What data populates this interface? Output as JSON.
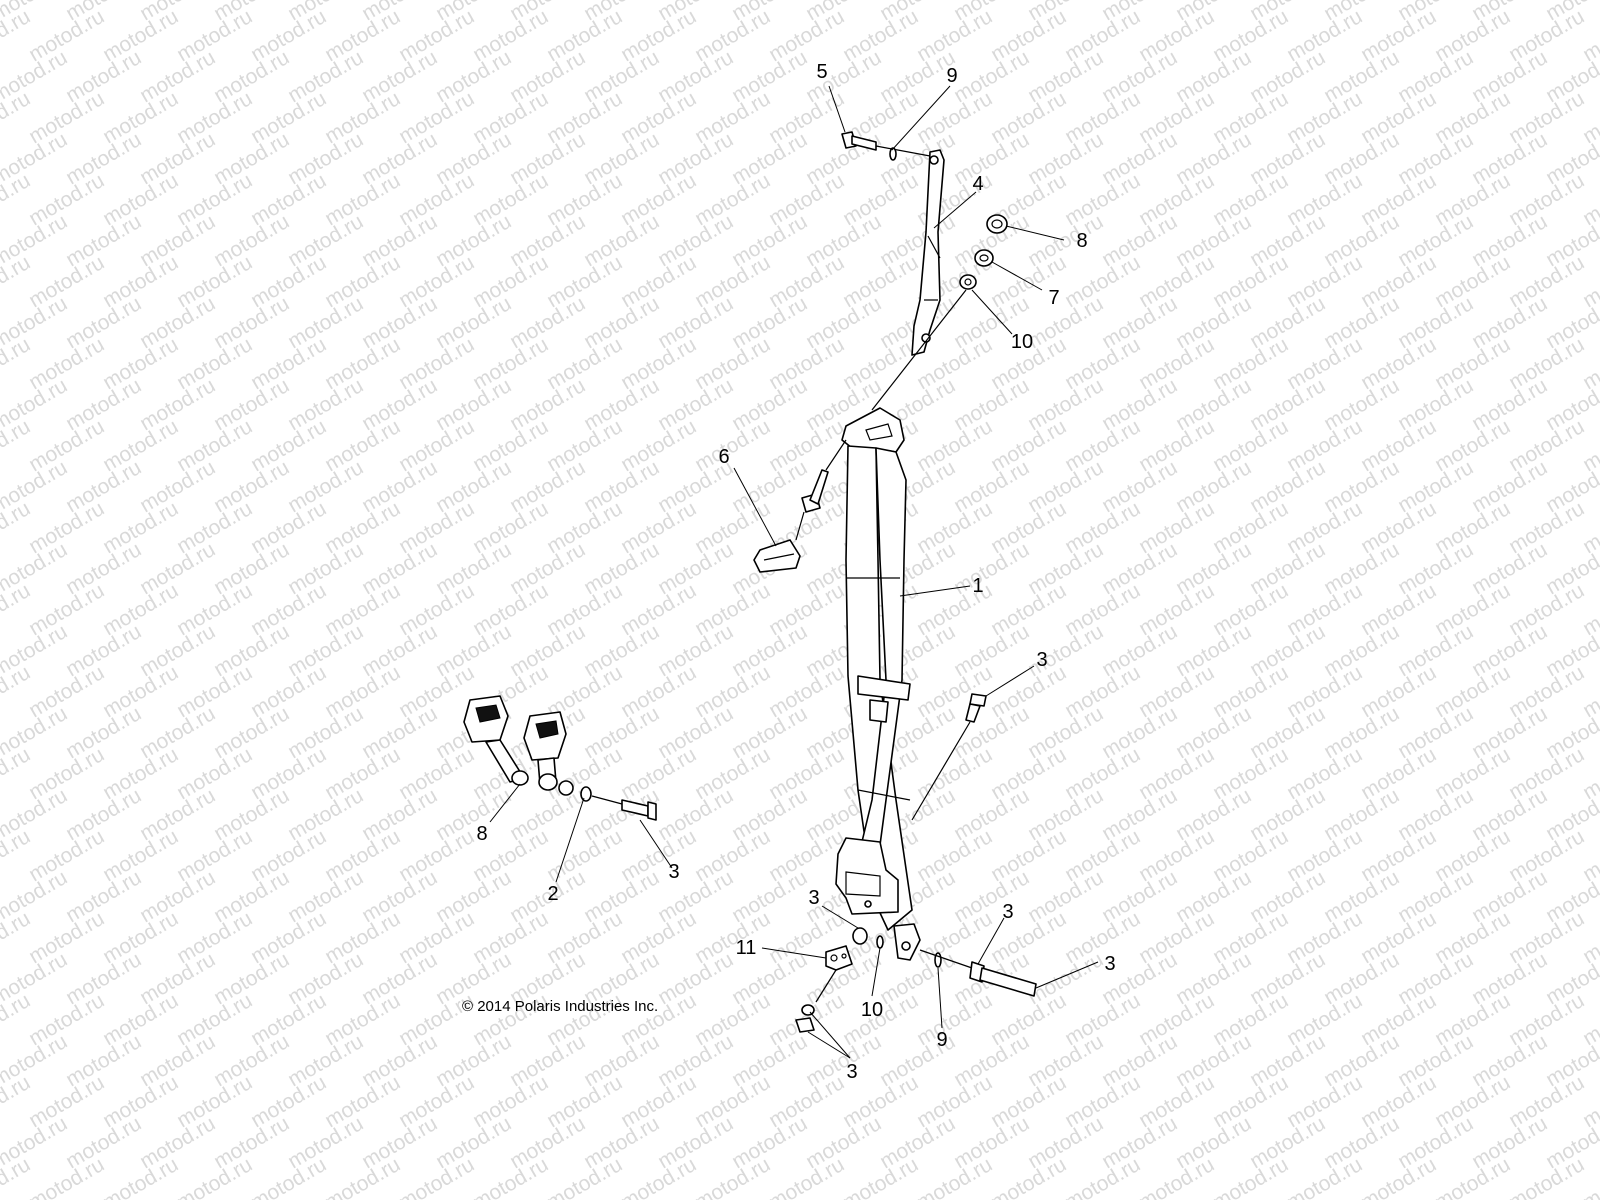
{
  "watermark": {
    "text": "motod.ru",
    "color": "#d9d9d9"
  },
  "copyright": "© 2014 Polaris Industries Inc.",
  "callouts": [
    {
      "id": "c5",
      "text": "5"
    },
    {
      "id": "c9-top",
      "text": "9"
    },
    {
      "id": "c4",
      "text": "4"
    },
    {
      "id": "c8-right",
      "text": "8"
    },
    {
      "id": "c7",
      "text": "7"
    },
    {
      "id": "c10-top",
      "text": "10"
    },
    {
      "id": "c6",
      "text": "6"
    },
    {
      "id": "c1",
      "text": "1"
    },
    {
      "id": "c3-mid",
      "text": "3"
    },
    {
      "id": "c8-left",
      "text": "8"
    },
    {
      "id": "c2",
      "text": "2"
    },
    {
      "id": "c3-buckle",
      "text": "3"
    },
    {
      "id": "c3-anchor",
      "text": "3"
    },
    {
      "id": "c11",
      "text": "11"
    },
    {
      "id": "c10-bottom",
      "text": "10"
    },
    {
      "id": "c9-bottom",
      "text": "9"
    },
    {
      "id": "c3-bolt-a",
      "text": "3"
    },
    {
      "id": "c3-bolt-b",
      "text": "3"
    },
    {
      "id": "c3-nut",
      "text": "3"
    }
  ]
}
